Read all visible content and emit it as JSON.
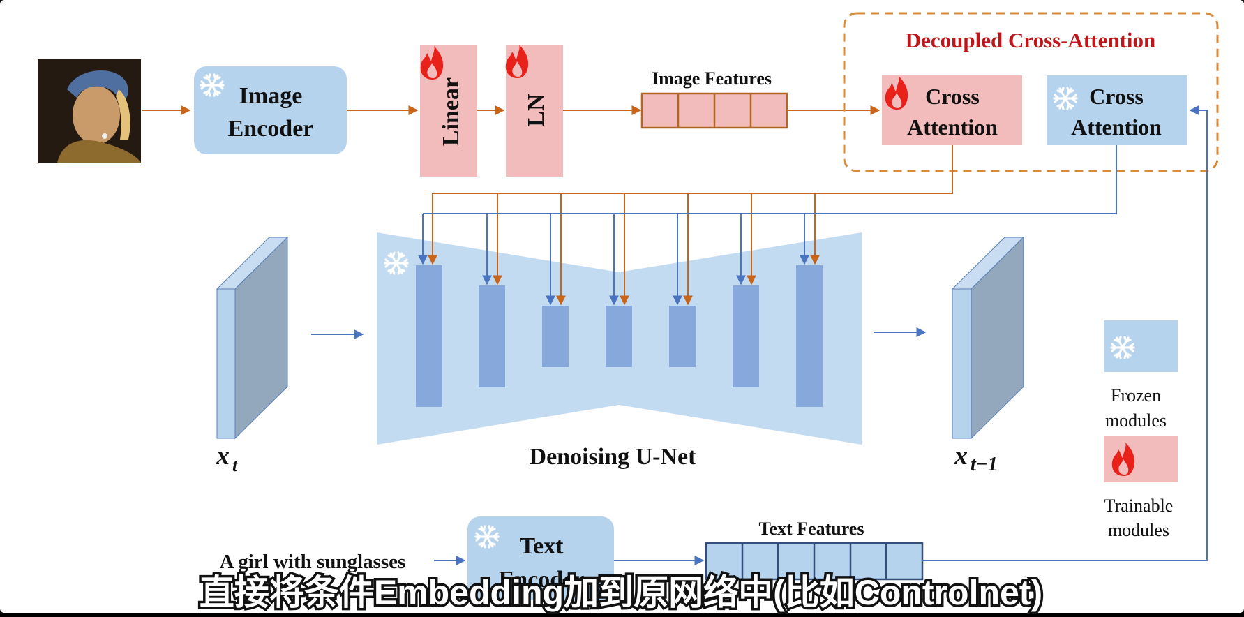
{
  "diagram": {
    "image_encoder": {
      "line1": "Image",
      "line2": "Encoder"
    },
    "linear_label": "Linear",
    "ln_label": "LN",
    "image_features_label": "Image Features",
    "decoupled_title": "Decoupled Cross-Attention",
    "cross_attention_trainable": {
      "line1": "Cross",
      "line2": "Attention"
    },
    "cross_attention_frozen": {
      "line1": "Cross",
      "line2": "Attention"
    },
    "x_t": {
      "base": "x",
      "sub": "t"
    },
    "x_t_minus_1": {
      "base": "x",
      "sub": "t−1"
    },
    "unet_label": "Denoising U-Net",
    "text_prompt": "A girl with sunglasses",
    "text_encoder": {
      "line1": "Text",
      "line2": "Encoder"
    },
    "text_features_label": "Text Features",
    "legend": {
      "frozen_line1": "Frozen",
      "frozen_line2": "modules",
      "trainable_line1": "Trainable",
      "trainable_line2": "modules"
    }
  },
  "subtitle": "直接将条件Embedding加到原网络中(比如Controlnet)",
  "colors": {
    "frozen_fill": "#b6d3ee",
    "trainable_fill": "#f2bcbc",
    "unet_bg": "#c3dbf0",
    "unet_block": "#86a8da",
    "arrow_orange": "#c8651b",
    "arrow_blue": "#4a74c0",
    "title_red": "#c0151b",
    "dashed_border": "#d98b3a"
  }
}
